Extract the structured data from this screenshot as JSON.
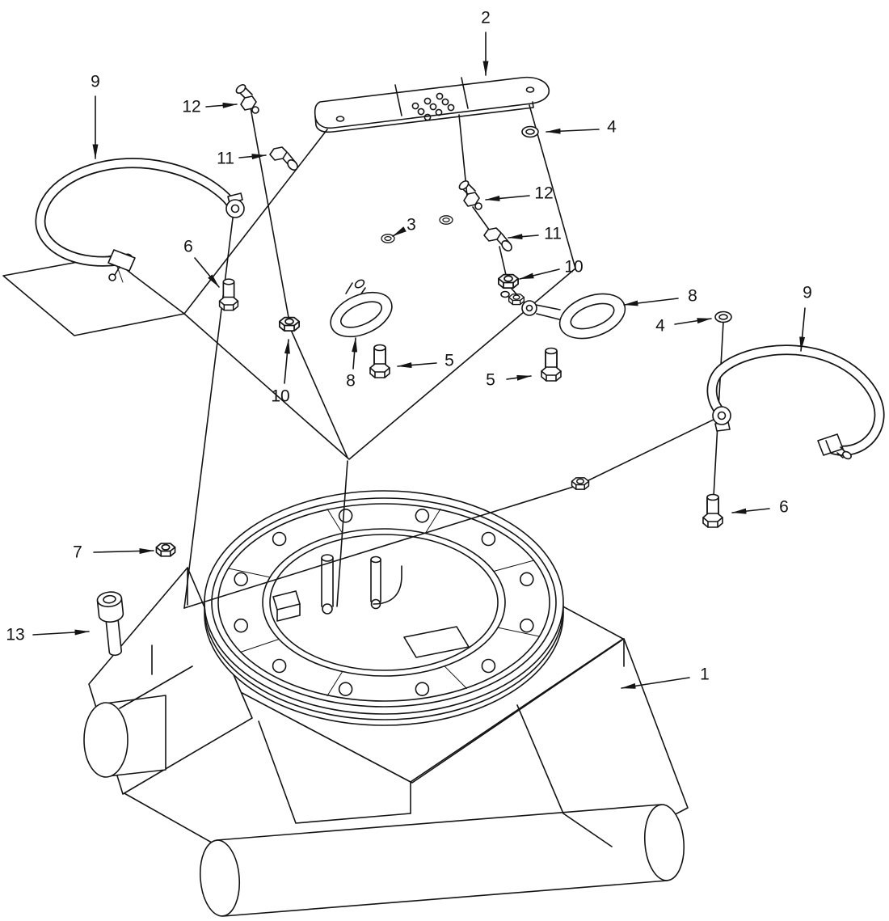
{
  "figure": {
    "type": "exploded-parts-diagram",
    "background_color": "#ffffff",
    "line_color": "#141414"
  },
  "callouts": [
    {
      "label": "2",
      "part": "manifold-plate"
    },
    {
      "label": "9",
      "part": "hose-left"
    },
    {
      "label": "12",
      "part": "plug-fitting-left"
    },
    {
      "label": "11",
      "part": "adapter-fitting-left"
    },
    {
      "label": "4",
      "part": "o-ring-upper"
    },
    {
      "label": "12",
      "part": "plug-fitting-right"
    },
    {
      "label": "3",
      "part": "washer"
    },
    {
      "label": "11",
      "part": "adapter-fitting-right"
    },
    {
      "label": "10",
      "part": "hex-nut-right"
    },
    {
      "label": "8",
      "part": "hose-loop-right"
    },
    {
      "label": "4",
      "part": "o-ring-right"
    },
    {
      "label": "9",
      "part": "hose-right"
    },
    {
      "label": "6",
      "part": "bolt-left"
    },
    {
      "label": "5",
      "part": "hex-bolt-left"
    },
    {
      "label": "5",
      "part": "hex-bolt-right"
    },
    {
      "label": "10",
      "part": "hex-nut-left"
    },
    {
      "label": "8",
      "part": "hose-loop-left"
    },
    {
      "label": "6",
      "part": "bolt-right"
    },
    {
      "label": "7",
      "part": "hex-nut-front"
    },
    {
      "label": "13",
      "part": "socket-head-screw"
    },
    {
      "label": "1",
      "part": "base-assembly"
    }
  ]
}
